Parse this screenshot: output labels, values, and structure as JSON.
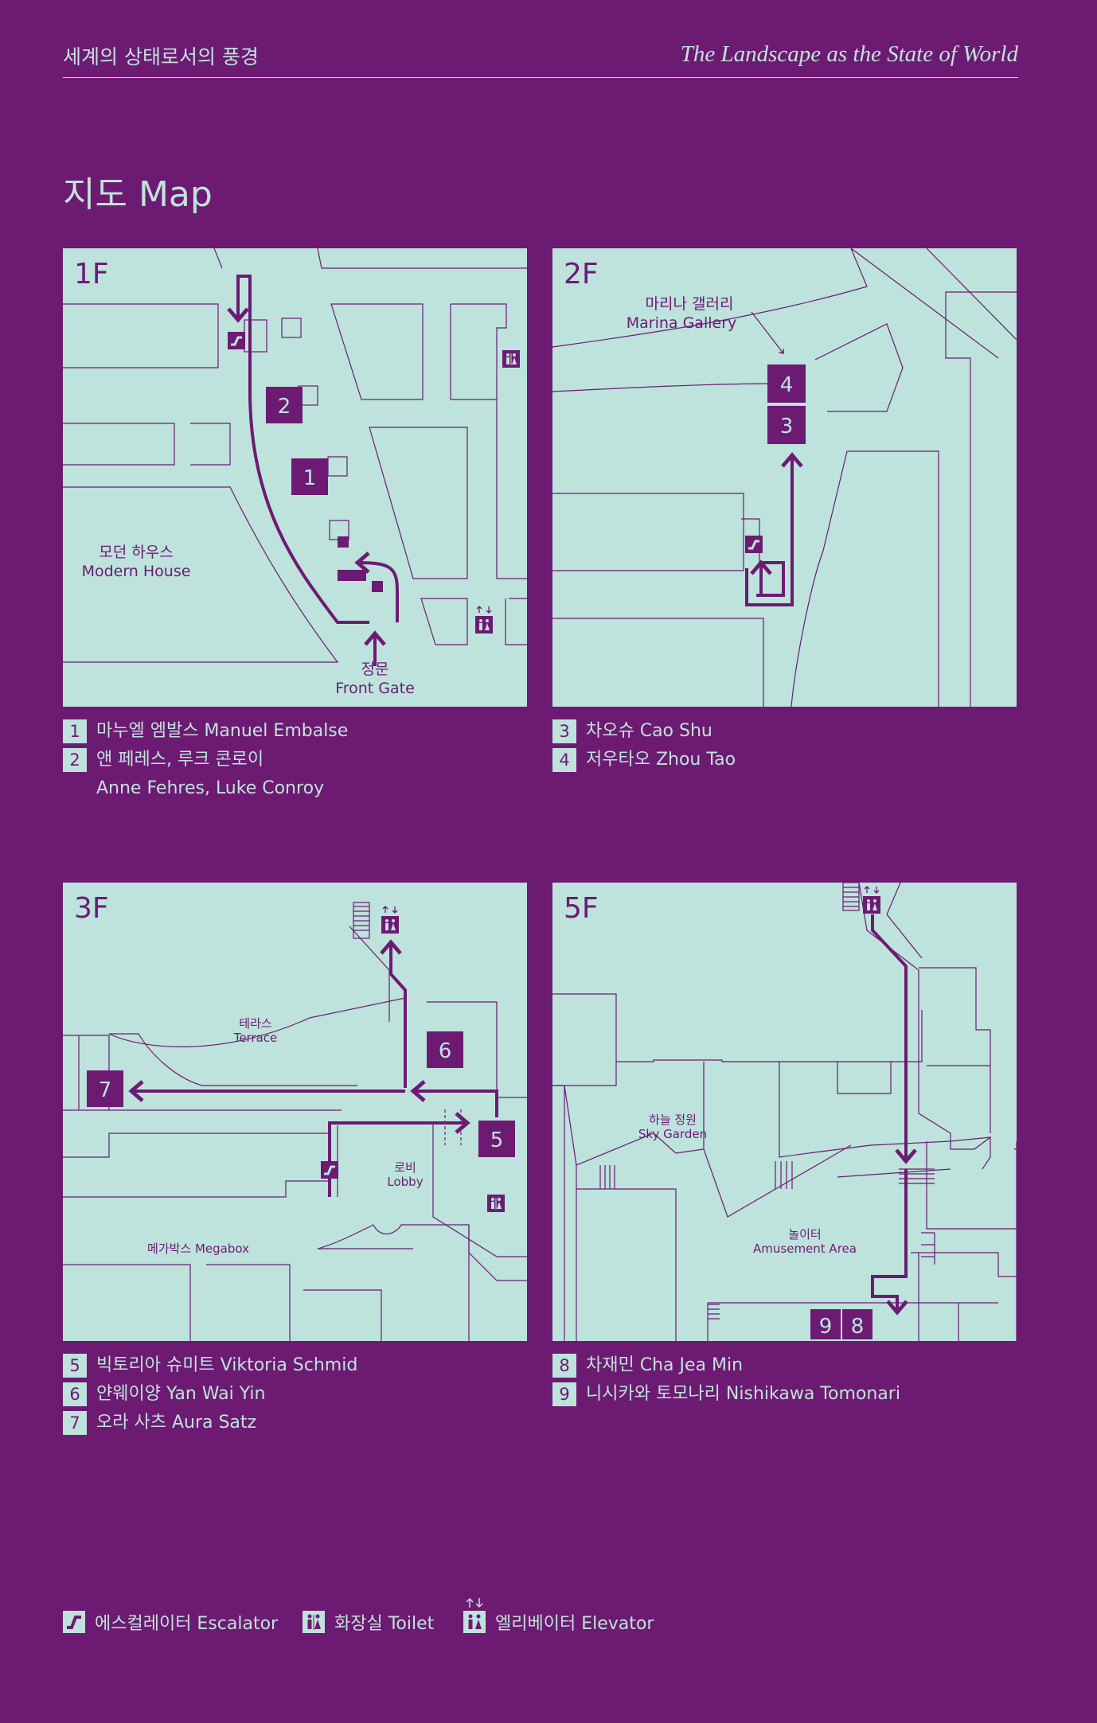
{
  "header": {
    "left_title": "세계의 상태로서의 풍경",
    "right_title": "The Landscape as the State of World"
  },
  "page_title": "지도 Map",
  "floors": [
    {
      "label": "1F",
      "places": [
        {
          "kr": "모던 하우스",
          "en": "Modern House"
        },
        {
          "kr": "정문",
          "en": "Front Gate"
        }
      ],
      "markers": [
        "2",
        "1"
      ]
    },
    {
      "label": "2F",
      "places": [
        {
          "kr": "마리나 갤러리",
          "en": "Marina Gallery"
        }
      ],
      "markers": [
        "4",
        "3"
      ]
    },
    {
      "label": "3F",
      "places": [
        {
          "kr": "테라스",
          "en": "Terrace"
        },
        {
          "kr": "로비",
          "en": "Lobby"
        },
        {
          "kr": "메가박스 Megabox",
          "en": ""
        }
      ],
      "markers": [
        "6",
        "7",
        "5"
      ]
    },
    {
      "label": "5F",
      "places": [
        {
          "kr": "하늘 정원",
          "en": "Sky Garden"
        },
        {
          "kr": "놀이터",
          "en": "Amusement Area"
        }
      ],
      "markers": [
        "9",
        "8"
      ]
    }
  ],
  "legends": [
    {
      "num": "1",
      "text": "마누엘 엠발스 Manuel Embalse"
    },
    {
      "num": "2",
      "text": "앤 페레스, 루크 콘로이",
      "text2": "Anne Fehres, Luke Conroy"
    },
    {
      "num": "3",
      "text": "차오슈 Cao Shu"
    },
    {
      "num": "4",
      "text": "저우타오 Zhou Tao"
    },
    {
      "num": "5",
      "text": "빅토리아 슈미트 Viktoria Schmid"
    },
    {
      "num": "6",
      "text": "얀웨이양 Yan Wai Yin"
    },
    {
      "num": "7",
      "text": "오라 사츠 Aura Satz"
    },
    {
      "num": "8",
      "text": "차재민 Cha Jea Min"
    },
    {
      "num": "9",
      "text": "니시카와 토모나리 Nishikawa Tomonari"
    }
  ],
  "key": {
    "escalator": "에스컬레이터 Escalator",
    "toilet": "화장실 Toilet",
    "elevator": "엘리베이터 Elevator"
  },
  "colors": {
    "background": "#6d1a73",
    "map_fill": "#bde3dc"
  },
  "icons": [
    "escalator-icon",
    "toilet-icon",
    "elevator-icon"
  ]
}
